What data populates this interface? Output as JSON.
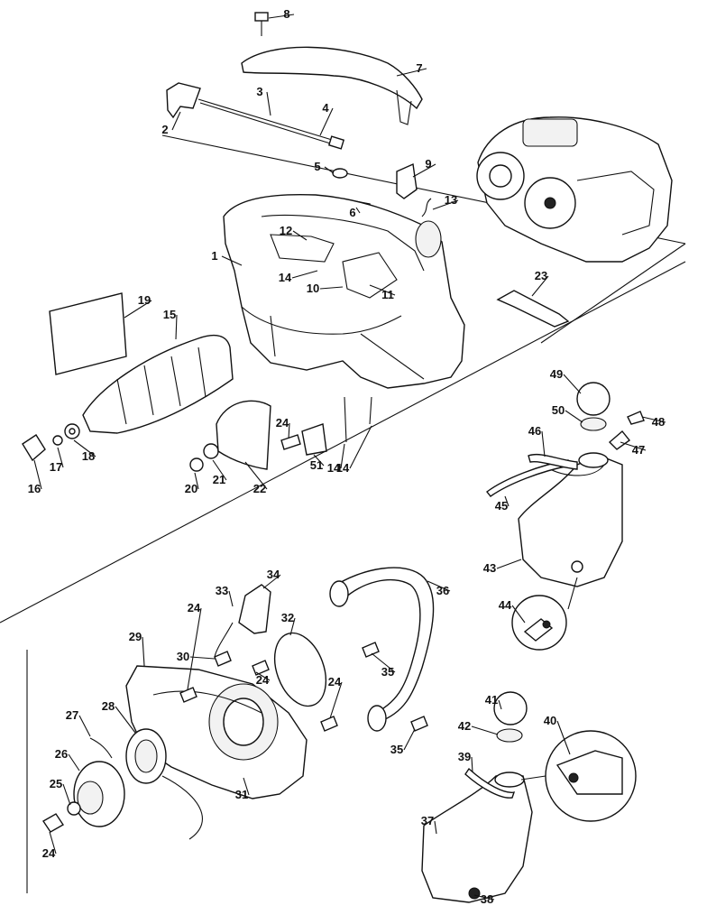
{
  "callouts": [
    "1",
    "2",
    "3",
    "4",
    "5",
    "6",
    "7",
    "8",
    "9",
    "10",
    "11",
    "12",
    "13",
    "14",
    "14",
    "14",
    "15",
    "16",
    "17",
    "18",
    "19",
    "20",
    "21",
    "22",
    "23",
    "24",
    "24",
    "24",
    "24",
    "24",
    "25",
    "26",
    "27",
    "28",
    "29",
    "30",
    "31",
    "32",
    "33",
    "34",
    "35",
    "35",
    "36",
    "37",
    "38",
    "39",
    "40",
    "41",
    "42",
    "43",
    "44",
    "45",
    "46",
    "47",
    "48",
    "49",
    "50",
    "51"
  ],
  "colors": {
    "line": "#111111",
    "background": "#ffffff"
  }
}
